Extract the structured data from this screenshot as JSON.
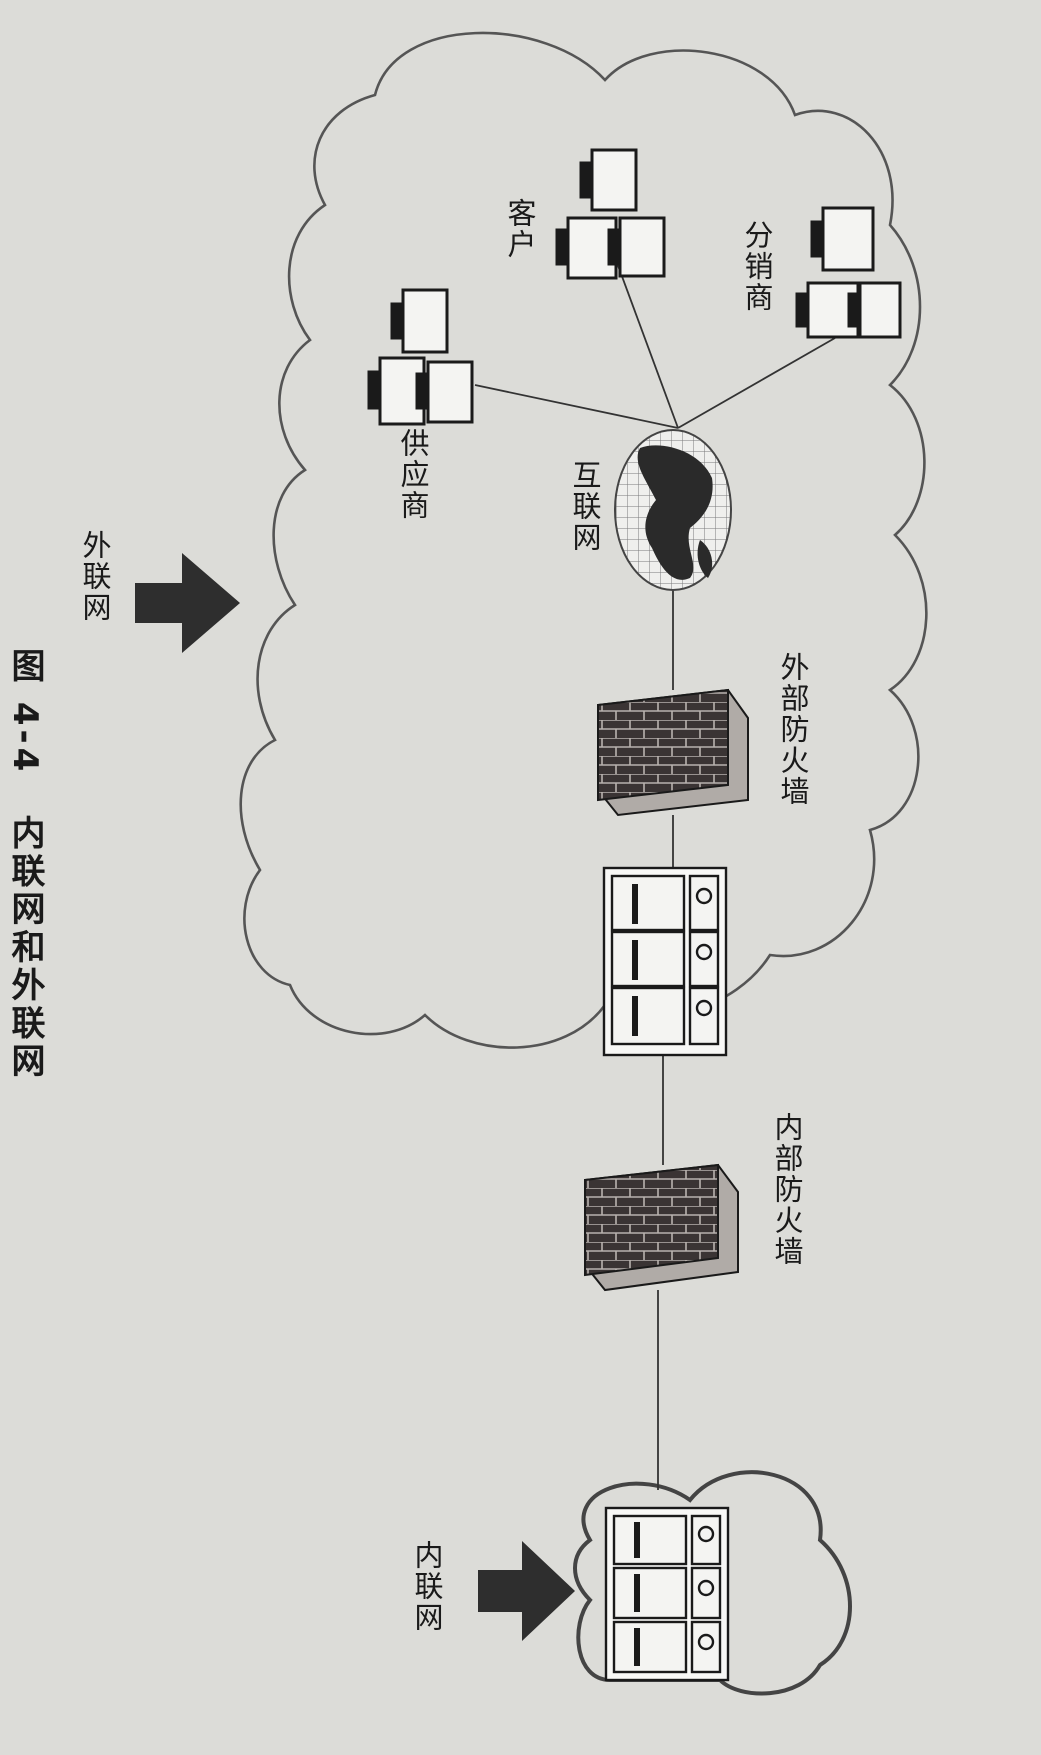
{
  "labels": {
    "distributor": "分销商",
    "customer": "客户",
    "supplier": "供应商",
    "internet": "互联网",
    "external_firewall": "外部防火墙",
    "internal_firewall": "内部防火墙",
    "extranet": "外联网",
    "intranet": "内联网"
  },
  "caption": {
    "number": "图 4-4",
    "title": "内联网和外联网"
  },
  "colors": {
    "paper": "#dcdcd8",
    "ink": "#1a1a1a",
    "firewall_brick": "#3a3434",
    "arrow": "#2e2e2e"
  },
  "icons": [
    "cloud-icon",
    "computer-group-icon",
    "globe-icon",
    "firewall-icon",
    "server-rack-icon",
    "arrow-icon"
  ]
}
